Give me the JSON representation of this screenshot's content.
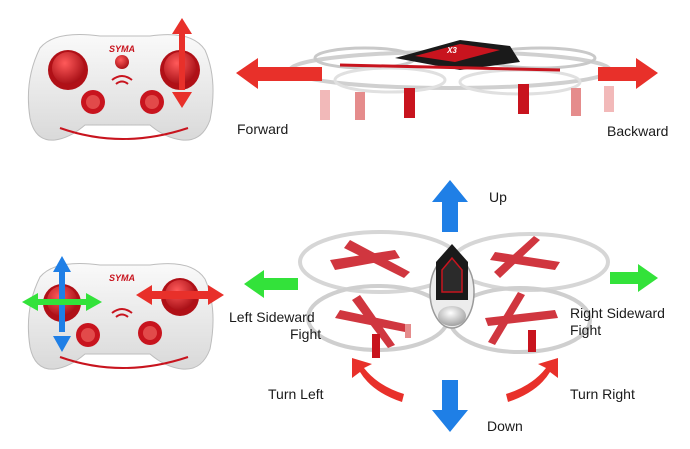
{
  "brand": "SYMA",
  "model": "X3",
  "colors": {
    "red_arrow": "#e8302a",
    "blue_arrow": "#1f7fe6",
    "green_arrow": "#33e23a",
    "controller_body": "#f1f1f1",
    "controller_red": "#c8141e"
  },
  "labels": {
    "forward": "Forward",
    "backward": "Backward",
    "up": "Up",
    "down": "Down",
    "left_sideward_1": "Left Sideward",
    "left_sideward_2": "Fight",
    "right_sideward_1": "Right Sideward",
    "right_sideward_2": "Fight",
    "turn_left": "Turn Left",
    "turn_right": "Turn Right"
  }
}
